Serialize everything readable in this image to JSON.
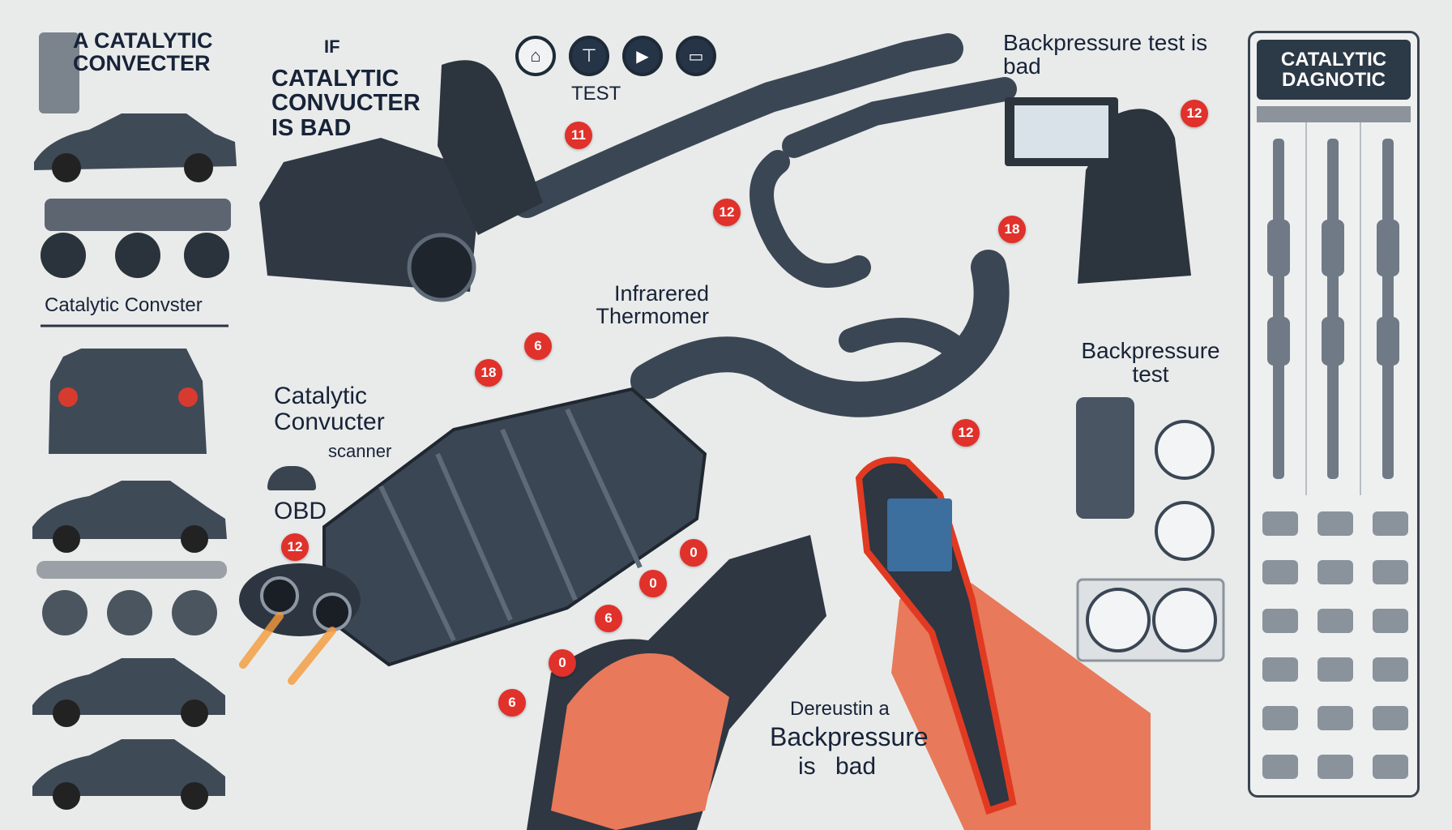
{
  "labels": {
    "top_left_title": "A CATALYTIC CONVECTER",
    "if_bad_prefix": "IF",
    "if_bad_title": "CATALYTIC CONVUCTER IS BAD",
    "test": "TEST",
    "backpressure_bad": "Backpressure test is bad",
    "left_caption": "Catalytic Convster",
    "infrared": "Infrarered Thermomer",
    "scanner": "Catalytic Convucter",
    "scanner_sub": "scanner",
    "obd": "OBD",
    "backpressure_test": "Backpressure test",
    "bottom_caption_line1": "Dereustin a",
    "bottom_caption_line2": "Backpressure",
    "bottom_caption_line3": "is bad"
  },
  "panel": {
    "title": "CATALYTIC DAGNOTIC"
  },
  "badges": [
    "11",
    "12",
    "18",
    "12",
    "6",
    "18",
    "12",
    "0",
    "0",
    "6",
    "0",
    "6",
    "12"
  ],
  "colors": {
    "background": "#e9ebea",
    "text": "#172338",
    "badge": "#e0312b",
    "metal": "#3b4654",
    "scanner_accent": "#e23a22"
  },
  "icons": [
    "engine-icon",
    "gauge-icon",
    "sensor-icon",
    "battery-icon"
  ]
}
